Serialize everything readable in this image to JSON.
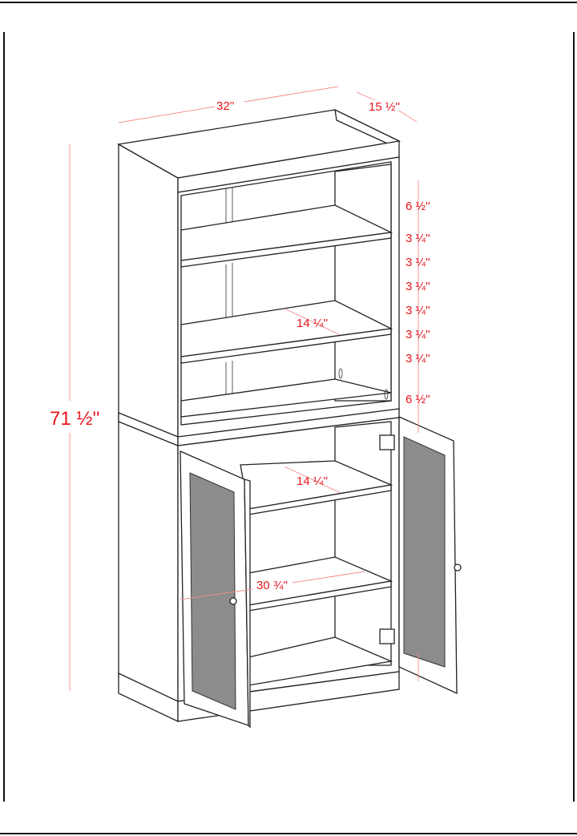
{
  "title": "Bookcase cabinet dimensions",
  "colors": {
    "dimension_text": "#e8141c",
    "dimension_line": "#f28b8b",
    "glass": "#8c8c8c"
  },
  "dimensions": {
    "width": "32''",
    "depth": "15 ½''",
    "height": "71 ½''",
    "top_gap": "6 ½''",
    "shelf_steps": [
      "3 ¼''",
      "3 ¼''",
      "3 ¼''",
      "3 ¼''",
      "3 ¼''",
      "3 ¼''"
    ],
    "bottom_gap": "6 ½''",
    "upper_shelf_depth": "14 ¼''",
    "lower_shelf_depth": "14 ¼''",
    "inner_width": "30 ¾''"
  }
}
